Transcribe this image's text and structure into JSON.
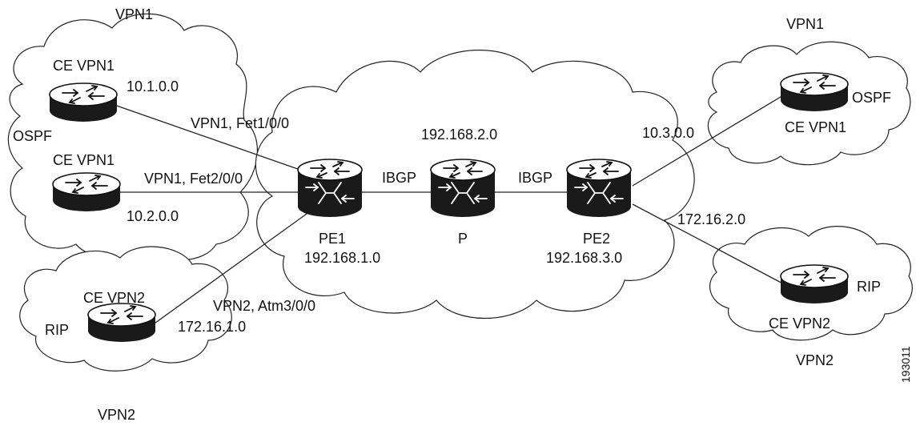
{
  "labels": {
    "vpn1_top_left": "VPN1",
    "vpn1_top_right": "VPN1",
    "vpn2_bottom_left": "VPN2",
    "vpn2_bottom_right": "VPN2",
    "ce_vpn1_a": "CE VPN1",
    "ce_vpn1_b": "CE VPN1",
    "ce_vpn1_right": "CE VPN1",
    "ce_vpn2_left": "CE VPN2",
    "ce_vpn2_right": "CE VPN2",
    "ospf_left": "OSPF",
    "ospf_right": "OSPF",
    "rip_left": "RIP",
    "rip_right": "RIP",
    "net_10_1": "10.1.0.0",
    "net_10_2": "10.2.0.0",
    "net_10_3": "10.3.0.0",
    "net_172_16_1": "172.16.1.0",
    "net_172_16_2": "172.16.2.0",
    "net_192_168_2": "192.168.2.0",
    "link_fet1": "VPN1, Fet1/0/0",
    "link_fet2": "VPN1, Fet2/0/0",
    "link_atm3": "VPN2, Atm3/0/0",
    "ibgp_left": "IBGP",
    "ibgp_right": "IBGP",
    "pe1_name": "PE1",
    "pe1_net": "192.168.1.0",
    "p_name": "P",
    "pe2_name": "PE2",
    "pe2_net": "192.168.3.0",
    "figure_id": "193011"
  },
  "icons": {
    "ce_router": "router-icon",
    "pe_p_switch": "switch-router-icon"
  }
}
